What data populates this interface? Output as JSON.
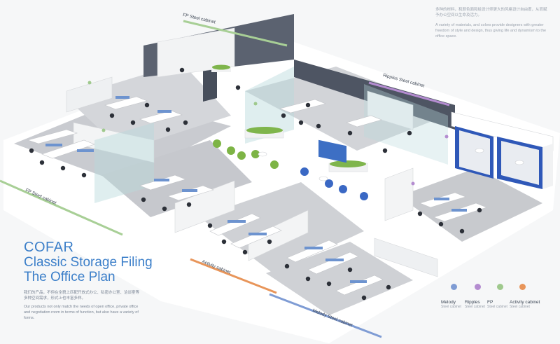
{
  "brand": "COFAR",
  "subtitle_line1": "Classic Storage Filing",
  "subtitle_line2": "The Office Plan",
  "desc_cn": "我们的产品，不但在全貌上匹配开放式办公、私密办公室、洽谈室等多种空间需求，形式上也丰富多样。",
  "desc_en": "Our products not only match the needs of open office, private office and negotiation room in terms of function, but also have a variety of forms.",
  "top_right": {
    "cn": "多种的材料，和颜色面和给设计师更大的风格设计自由度，从而赋予办公空间以生命及活力。",
    "en": "A variety of materials, and colors provide designers with greater freedom of style and design, thus giving life and dynamism to the office space."
  },
  "zone_labels": {
    "fp_top": "FP Steel cabinet",
    "ripples": "Ripples Steel cabinet",
    "fp_left": "FP Steel cabinet",
    "activity": "Activity cabinet",
    "melody": "Melody Steel cabinet"
  },
  "legend": [
    {
      "name": "Melody",
      "sub": "Steel cabinet",
      "color": "#7f9cd4"
    },
    {
      "name": "Ripples",
      "sub": "Steel cabinet",
      "color": "#b48cd0"
    },
    {
      "name": "FP",
      "sub": "Steel cabinet",
      "color": "#9fc98d"
    },
    {
      "name": "Activity cabinet",
      "sub": "Steel cabinet",
      "color": "#e8955a"
    }
  ]
}
